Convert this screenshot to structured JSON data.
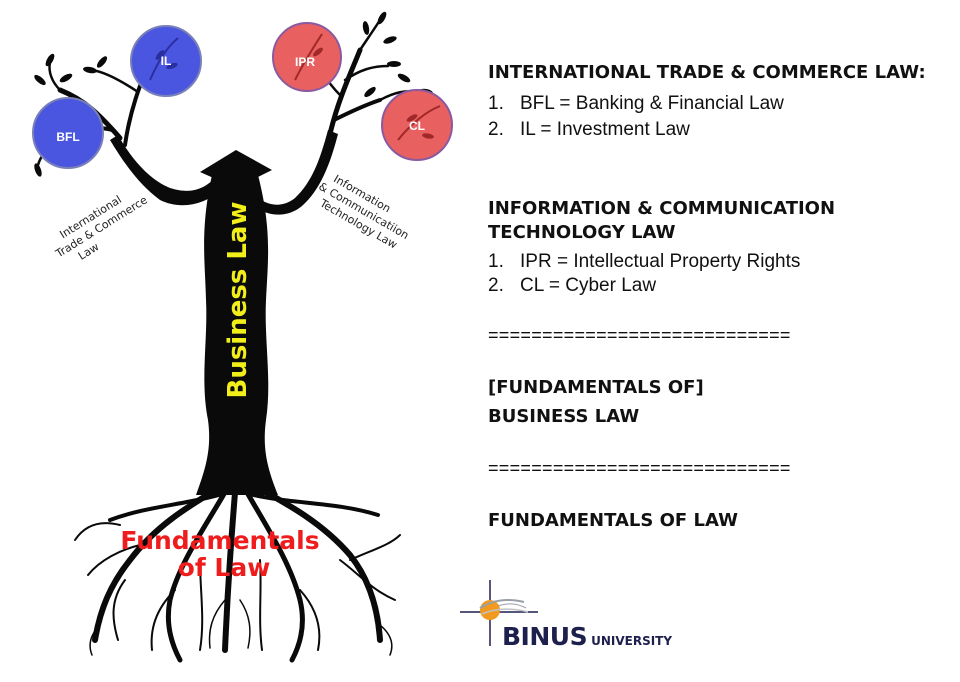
{
  "diagram": {
    "trunk_label": "Business Law",
    "roots_label_line1": "Fundamentals",
    "roots_label_line2": "of Law",
    "left_branch_label": [
      "International",
      "Trade & Commerce",
      "Law"
    ],
    "right_branch_label": [
      "Information",
      "& Communicatiion",
      "Technology Law"
    ],
    "nodes": {
      "bfl": "BFL",
      "il": "IL",
      "ipr": "IPR",
      "cl": "CL"
    },
    "colors": {
      "blue_node": "#4a55e0",
      "red_node": "#e86060",
      "trunk_label": "#f2ee1a",
      "roots_label": "#ee1c1c",
      "tree": "#0a0a0a"
    }
  },
  "panel": {
    "itc_heading": "INTERNATIONAL TRADE & COMMERCE LAW:",
    "itc_items": [
      {
        "num": "1.",
        "text": "BFL = Banking & Financial Law"
      },
      {
        "num": "2.",
        "text": "IL = Investment Law"
      }
    ],
    "ict_heading_line1": "INFORMATION & COMMUNICATION",
    "ict_heading_line2": "TECHNOLOGY LAW",
    "ict_items": [
      {
        "num": "1.",
        "text": "IPR = Intellectual Property Rights"
      },
      {
        "num": "2.",
        "text": "CL = Cyber Law"
      }
    ],
    "separator": "============================",
    "business_heading_line1": "[FUNDAMENTALS OF]",
    "business_heading_line2": "BUSINESS LAW",
    "fundamentals_heading": "FUNDAMENTALS OF LAW"
  },
  "logo": {
    "brand": "BINUS",
    "sub": "UNIVERSITY"
  }
}
